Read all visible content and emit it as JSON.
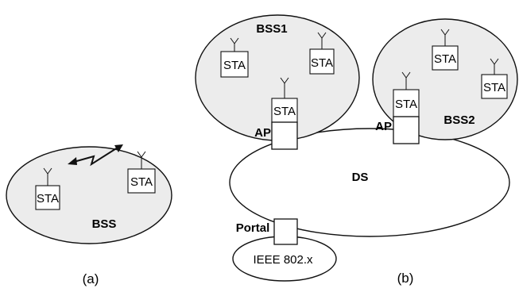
{
  "labels": {
    "sta": "STA",
    "ap": "AP",
    "bss": "BSS",
    "bss1": "BSS1",
    "bss2": "BSS2",
    "ds": "DS",
    "portal": "Portal",
    "ieee": "IEEE 802.x",
    "caption_a": "(a)",
    "caption_b": "(b)"
  },
  "colors": {
    "outline": "#111111",
    "region_fill": "#ececec",
    "box_fill": "#ffffff"
  }
}
